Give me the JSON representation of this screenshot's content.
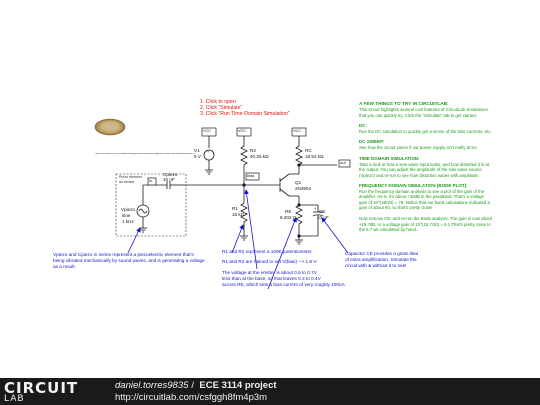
{
  "instructions": {
    "step1": "1. Click to open",
    "step2": "2. Click \"Simulate\"",
    "step3": "3. Click \"Run Time-Domain Simulation\""
  },
  "piezo_url": "http://flux.wavcitdi.com/media/catalog/product/cache/1/image/9df78eab33525d08d6e5fb8d27136e95/l/a/lans1.jpg",
  "components": {
    "vcc1": "VCC",
    "vcc2": "VCC",
    "vcc3": "VCC",
    "v1_name": "V1",
    "v1_value": "5 V",
    "r2_name": "R2",
    "r2_value": "40.25 kΩ",
    "r1_name": "R1",
    "r1_value": "15 kΩ",
    "rc_name": "RC",
    "rc_value": "18.53 kΩ",
    "q1_name": "Q1",
    "q1_value": "2N3904",
    "re_name": "RE",
    "re_value": "6.402 Ω",
    "ce_name": "CE",
    "ce_value": "10 µF",
    "cpiezo_name": "Cpiezo",
    "cpiezo_value": "10 nF",
    "vpiezo_name": "Vpiezo",
    "vpiezo_kind": "sine",
    "vpiezo_freq": "1 kHz",
    "piezo_box_line1": "Piezo element",
    "piezo_box_line2": "as sensor",
    "in_label": "in",
    "bias_label": "bias",
    "out_label": "out"
  },
  "notes": {
    "piezo": [
      "Vpiezo and Cpiezo in series represent a piezoelectric element that's",
      "being vibrated mechanically by sound waves, and is generating a voltage",
      "as a result."
    ],
    "resistors": "R1 and R2 represent a 100K potentiometer.",
    "ratio": "R1 and R2 are ratioed to set V(bias) --> 1.8 V.",
    "emitter": [
      "The voltage at the emitter is about 0.6 to 0.7V",
      "less than at the base, so that leaves 0.3 to 0.4V",
      "across RE, which sets a bias current of very roughly 100uA"
    ],
    "capacitor": [
      "Capacitor CE provides a great deal",
      "of extra amplification. Simulate the",
      "circuit with & without it to see!"
    ]
  },
  "sidebar": {
    "heading": "A FEW THINGS TO TRY IN CIRCUITLAB:",
    "intro": [
      "This circuit highlights several cool features of CircuitLab simulations",
      "that you can quickly try. Click the \"Simulate\" tab to get started."
    ],
    "dc_heading": "DC:",
    "dc_text": "Run the DC simulation to quickly get a sense of the bias currents, etc.",
    "sweep_heading": "DC SWEEP:",
    "sweep_text": "See how the circuit varies if our power supply isn't really at 5V.",
    "time_heading": "TIME DOMAIN SIMULATION:",
    "time_text": [
      "Take a look at how a sine wave input looks, and how distorted it is at",
      "the output. You can adjust the amplitude of the sine wave source",
      "(Vpiezo) and re-run to see how distortion varies with amplitude."
    ],
    "freq_heading": "FREQUENCY DOMAIN SIMULATION (BODE PLOT):",
    "freq_text": [
      "Run the frequency-domain analysis to see a plot of the gain of the",
      "amplifier. As-is, it's about +38dB in the passband. That's a voltage",
      "gain of 10^(38/20) = 79. Notice that our hand calculations indicated a",
      "gain of about 80, so that's pretty close!"
    ],
    "remove_text": [
      "Now remove CE, and re-run the Bode analysis. The gain is now about",
      "+15.7dB, or a voltage gain of 10^(15.7/20) = 6.1 That's pretty close to",
      "the 6.7 we calculated by hand."
    ]
  },
  "footer": {
    "logo_top": "CIRCUIT",
    "logo_bottom": "LAB",
    "user": "daniel.torres9835",
    "separator": "/",
    "project": "ECE 3114 project",
    "url": "http://circuitlab.com/csfggh8fm4p3m"
  },
  "colors": {
    "wire": "#1a1a1a",
    "note_text": "#1414c8",
    "instruction_text": "#e01010",
    "sidebar_text": "#1a9a1a",
    "arrow": "#1414c8",
    "footer_bg": "#1a1a1a"
  }
}
